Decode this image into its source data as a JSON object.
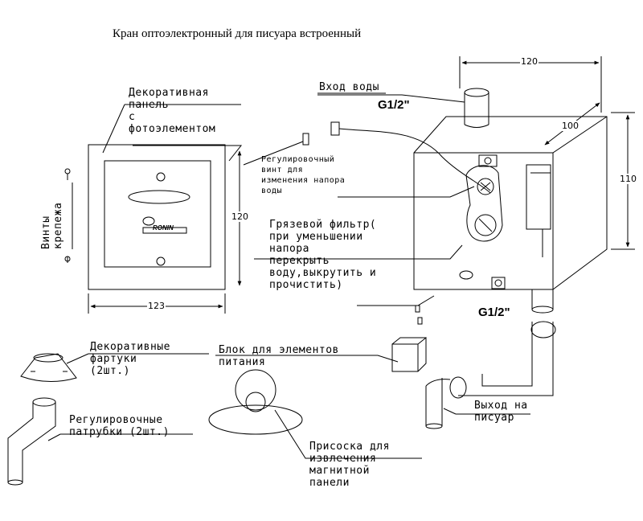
{
  "title": "Кран оптоэлектронный для писуара встроенный",
  "labels": {
    "water_in": "Вход воды",
    "thread_top": "G1/2\"",
    "thread_bottom": "G1/2\"",
    "deco_panel": "Декоративная\nпанель\nс\nфотоэлементом",
    "screws": "Винты\nкрепежа",
    "adjust_screw": "Регулировочный\nвинт для\nизменения напора\nводы",
    "filter": "Грязевой фильтр(\nпри уменьшении\nнапора\nперекрыть\nводу,выкрутить и\nпрочистить)",
    "battery": "Блок для элементов\nпитания",
    "aprons": "Декоративные\nфартуки\n(2шт.)",
    "pipes": "Регулировочные\nпатрубки (2шт.)",
    "suction": "Присоска для\nизвлечения\nмагнитной\nпанели",
    "outlet": "Выход на\nписуар",
    "logo": "RONIN"
  },
  "dimensions": {
    "box_width": "120",
    "box_depth": "100",
    "box_height": "110",
    "panel_height": "120",
    "panel_width": "123"
  }
}
